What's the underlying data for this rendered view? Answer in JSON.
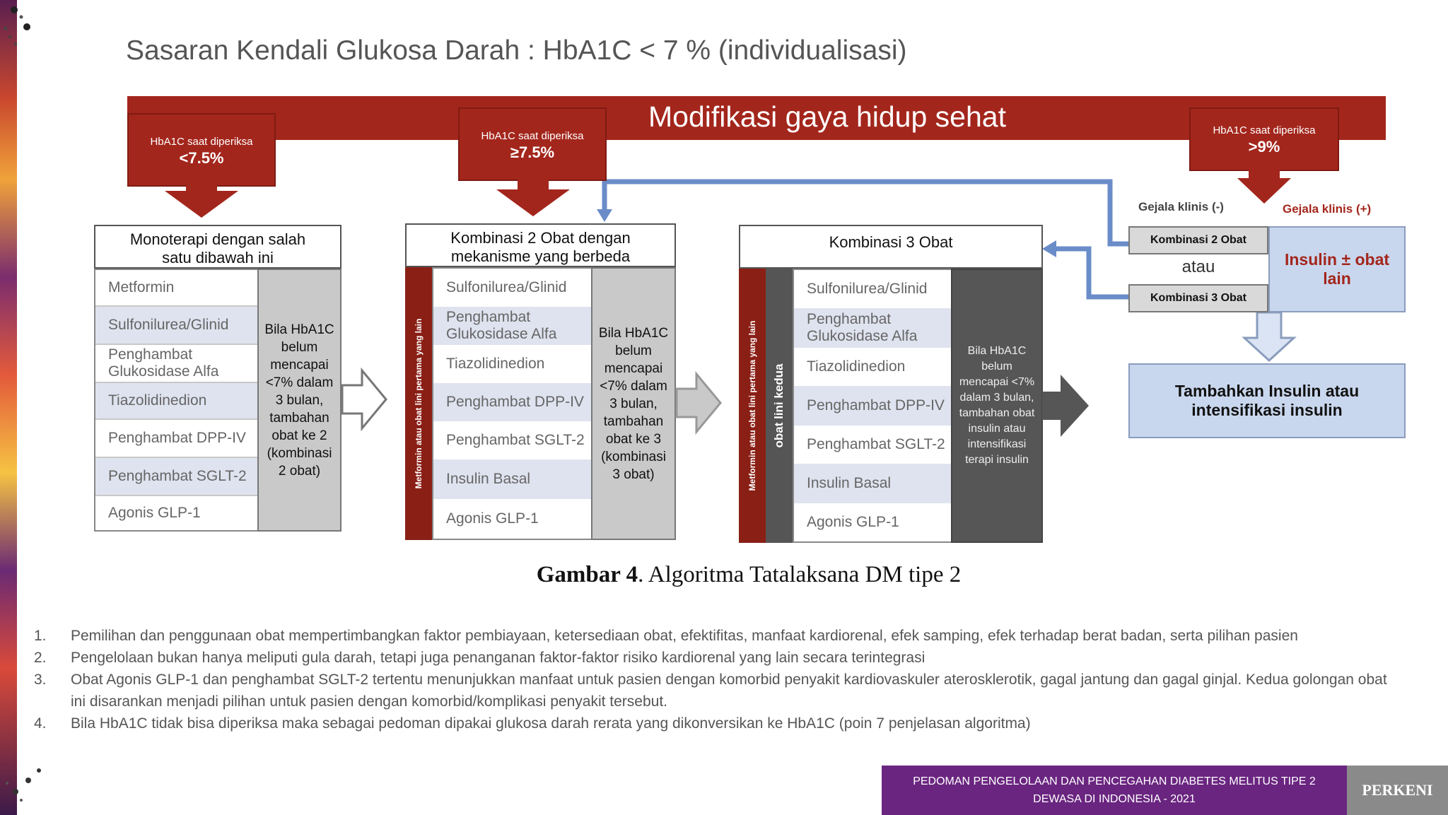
{
  "title": "Sasaran Kendali Glukosa Darah : HbA1C < 7 % (individualisasi)",
  "banner": "Modifikasi gaya hidup sehat",
  "hba_boxes": [
    {
      "label": "HbA1C saat diperiksa",
      "value": "<7.5%"
    },
    {
      "label": "HbA1C saat diperiksa",
      "value": "≥7.5%"
    },
    {
      "label": "HbA1C saat diperiksa",
      "value": ">9%"
    }
  ],
  "col1": {
    "header_line1": "Monoterapi dengan salah",
    "header_line2": "satu dibawah ini",
    "drugs": [
      "Metformin",
      "Sulfonilurea/Glinid",
      "Penghambat Glukosidase Alfa",
      "Tiazolidinedion",
      "Penghambat DPP-IV",
      "Penghambat SGLT-2",
      "Agonis GLP-1"
    ],
    "panel": "Bila HbA1C belum mencapai <7% dalam 3 bulan, tambahan obat ke 2 (kombinasi 2 obat)"
  },
  "col2": {
    "header_line1": "Kombinasi 2 Obat dengan",
    "header_line2": "mekanisme yang berbeda",
    "side_label": "Metformin atau obat lini pertama yang lain",
    "drugs": [
      "Sulfonilurea/Glinid",
      "Penghambat Glukosidase Alfa",
      "Tiazolidinedion",
      "Penghambat DPP-IV",
      "Penghambat SGLT-2",
      "Insulin Basal",
      "Agonis GLP-1"
    ],
    "panel": "Bila HbA1C belum mencapai <7% dalam 3 bulan, tambahan obat ke 3 (kombinasi 3 obat)"
  },
  "col3": {
    "header": "Kombinasi 3 Obat",
    "side_label": "Metformin atau obat lini pertama yang lain",
    "side_label2": "obat lini kedua",
    "drugs": [
      "Sulfonilurea/Glinid",
      "Penghambat Glukosidase Alfa",
      "Tiazolidinedion",
      "Penghambat DPP-IV",
      "Penghambat SGLT-2",
      "Insulin Basal",
      "Agonis GLP-1"
    ],
    "panel": "Bila HbA1C belum mencapai <7% dalam 3 bulan, tambahan obat insulin atau intensifikasi terapi insulin"
  },
  "right": {
    "gejala_neg": "Gejala klinis (-)",
    "gejala_pos": "Gejala klinis (+)",
    "kombinasi2": "Kombinasi 2 Obat",
    "atau": "atau",
    "kombinasi3": "Kombinasi 3 Obat",
    "insulin": "Insulin ± obat lain",
    "tambah": "Tambahkan Insulin atau intensifikasi insulin"
  },
  "caption_bold": "Gambar 4",
  "caption_rest": ". Algoritma Tatalaksana DM tipe 2",
  "notes": [
    {
      "num": "1.",
      "text": "Pemilihan dan penggunaan obat mempertimbangkan faktor pembiayaan,  ketersediaan obat, efektifitas, manfaat kardiorenal, efek samping, efek terhadap berat badan, serta pilihan pasien"
    },
    {
      "num": "2.",
      "text": "Pengelolaan bukan hanya meliputi gula darah, tetapi juga penanganan faktor-faktor risiko kardiorenal yang lain secara terintegrasi"
    },
    {
      "num": "3.",
      "text": "Obat Agonis GLP-1 dan penghambat SGLT-2 tertentu menunjukkan manfaat untuk pasien dengan komorbid penyakit kardiovaskuler aterosklerotik, gagal jantung dan gagal ginjal. Kedua golongan obat ini disarankan menjadi pilihan untuk pasien dengan komorbid/komplikasi penyakit tersebut."
    },
    {
      "num": "4.",
      "text": "Bila HbA1C tidak bisa diperiksa maka sebagai pedoman dipakai glukosa darah rerata yang dikonversikan ke HbA1C (poin 7 penjelasan algoritma)"
    }
  ],
  "footer_line1": "PEDOMAN PENGELOLAAN DAN PENCEGAHAN DIABETES MELITUS TIPE 2",
  "footer_line2": "DEWASA DI INDONESIA - 2021",
  "footer_logo": "PERKENI",
  "colors": {
    "red": "#a3261c",
    "blue": "#6a8cc8",
    "purple": "#6a2580"
  }
}
